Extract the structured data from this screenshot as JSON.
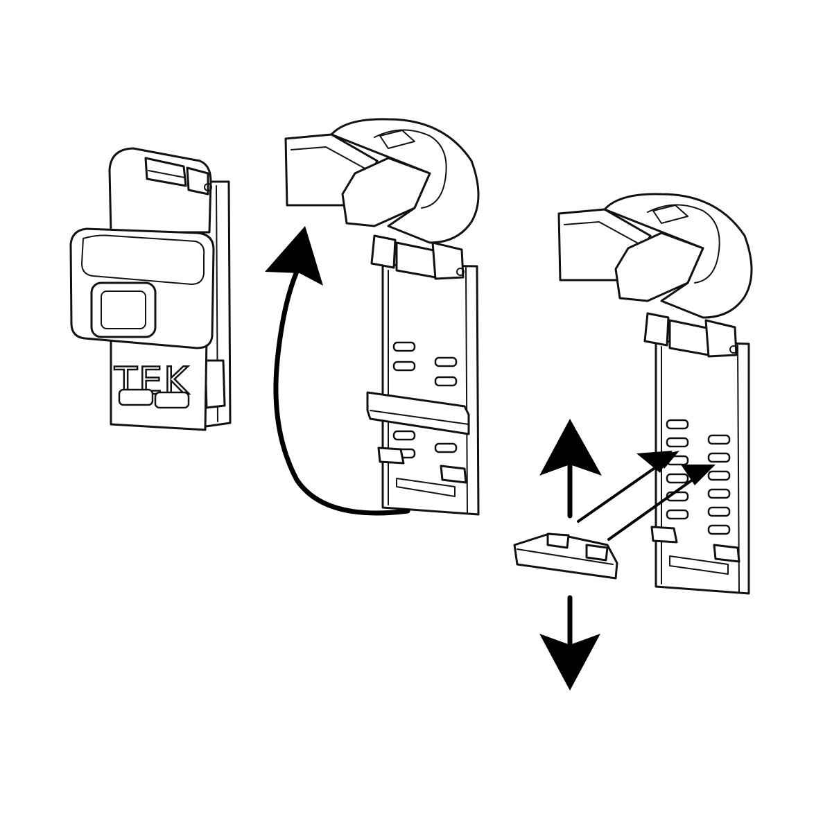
{
  "diagram": {
    "logo_text": "TEK",
    "colors": {
      "line": "#111111",
      "fill": "#ffffff",
      "arrow": "#000000",
      "background": "#ffffff"
    },
    "steps": [
      {
        "name": "assembled-clip"
      },
      {
        "name": "hinge-opened-clip"
      },
      {
        "name": "spacer-adjustment"
      }
    ],
    "icons": [
      "curved-arrow-icon",
      "up-arrow-icon",
      "down-arrow-icon",
      "insert-arrow-icon"
    ]
  }
}
